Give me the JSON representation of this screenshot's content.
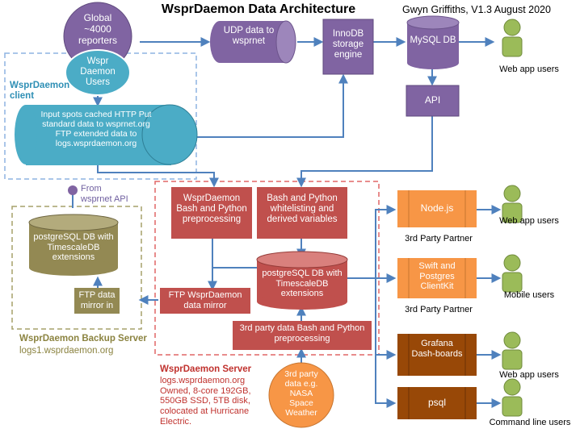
{
  "title": "WsprDaemon Data Architecture",
  "credit": "Gwyn Griffiths, V1.3 August 2020",
  "nodes": {
    "reporters": "Global ~4000 reporters",
    "wspr_users": "Wspr Daemon Users",
    "wsprdaemon_client": "WsprDaemon client",
    "client_cylinder": "Input spots cached HTTP Put standard data to wsprnet.org FTP extended data to logs.wsprdaemon.org",
    "udp": "UDP data to wsprnet",
    "innodb": "InnoDB storage engine",
    "mysql": "MySQL DB",
    "api": "API",
    "from_wsprnet": "From wsprnet API",
    "bash_pre": "WsprDaemon Bash and Python preprocessing",
    "bash_white": "Bash and Python whitelisting and derived variables",
    "pg_main": "postgreSQL DB with TimescaleDB extensions",
    "ftp_mirror": "FTP WsprDaemon data mirror",
    "third_pre": "3rd party data Bash and Python preprocessing",
    "pg_backup": "postgreSQL DB with TimescaleDB extensions",
    "ftp_in": "FTP data mirror in",
    "backup_server_name": "WsprDaemon Backup Server",
    "backup_server_host": "logs1.wsprdaemon.org",
    "server_name": "WsprDaemon Server",
    "server_desc": "logs.wsprdaemon.org Owned, 8-core 192GB, 550GB SSD, 5TB disk, colocated at Hurricane Electric.",
    "third_source": "3rd party data e.g. NASA Space Weather",
    "nodejs": "Node.js",
    "swift": "Swift and Postgres ClientKit",
    "grafana": "Grafana Dash-boards",
    "psql": "psql",
    "partner1": "3rd Party Partner",
    "partner2": "3rd Party Partner"
  },
  "users": {
    "web1": "Web app users",
    "web2": "Web app users",
    "mobile": "Mobile users",
    "web3": "Web app users",
    "cmd": "Command line users"
  },
  "colors": {
    "purple": "#8064a2",
    "teal": "#4bacc6",
    "red": "#c0504d",
    "olive": "#938953",
    "orange": "#f79646",
    "brown": "#984807",
    "green": "#9bbb59",
    "arrow": "#4f81bd"
  }
}
